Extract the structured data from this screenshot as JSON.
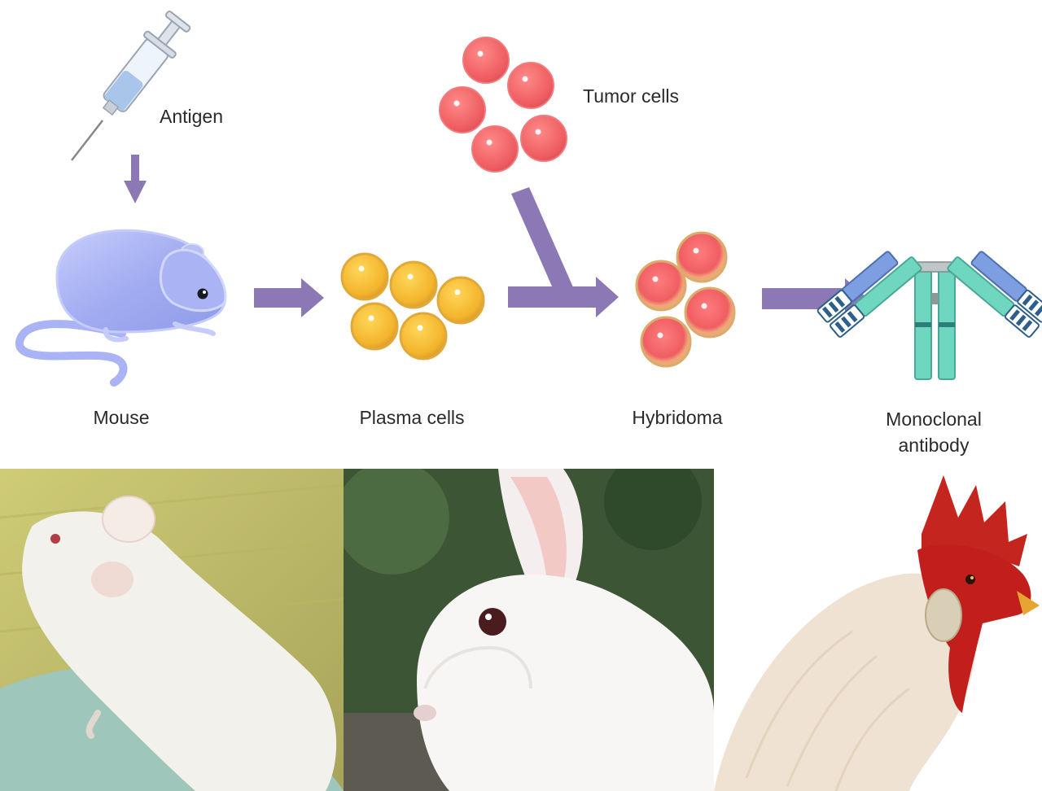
{
  "diagram": {
    "labels": {
      "antigen": "Antigen",
      "tumor_cells": "Tumor cells",
      "mouse": "Mouse",
      "plasma_cells": "Plasma cells",
      "hybridoma": "Hybridoma",
      "monoclonal_line1": "Monoclonal",
      "monoclonal_line2": "antibody"
    },
    "colors": {
      "arrow": "#8c78b4",
      "mouse": "#a5aef0",
      "plasma_cell": "#f3bd34",
      "tumor_cell": "#ee6466",
      "antibody_heavy": "#6fd6c0",
      "antibody_light": "#7d9ee0"
    }
  },
  "photos": [
    {
      "name": "white-mouse-photo",
      "bg": "#c9c46a"
    },
    {
      "name": "white-rabbit-photo",
      "bg": "#3f5a36"
    },
    {
      "name": "white-rooster-photo",
      "bg": "#ffffff"
    }
  ]
}
